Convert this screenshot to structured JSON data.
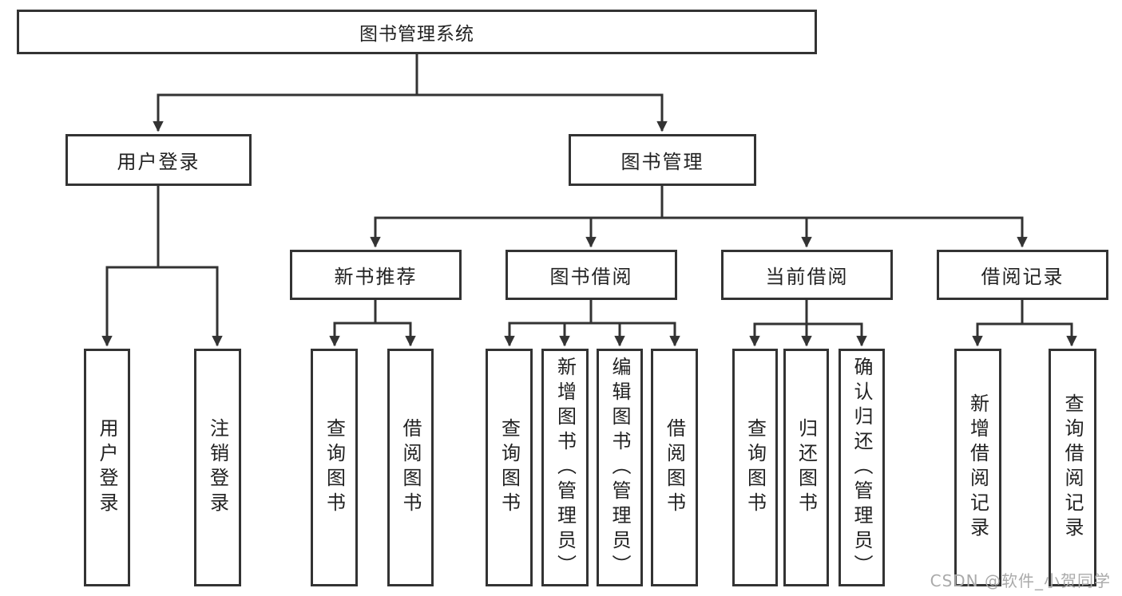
{
  "colors": {
    "line": "#333333",
    "text": "#222222",
    "background": "#ffffff",
    "watermark": "#aaaaaa"
  },
  "nodes": {
    "root": "图书管理系统",
    "user_login": "用户登录",
    "book_management": "图书管理",
    "new_book_recommend": "新书推荐",
    "book_borrowing": "图书借阅",
    "current_borrowing": "当前借阅",
    "borrowing_records": "借阅记录",
    "leaf_user_login": "用户登录",
    "leaf_logout": "注销登录",
    "leaf_recommend_query_books": "查询图书",
    "leaf_recommend_borrow_books": "借阅图书",
    "leaf_borrowing_query_books": "查询图书",
    "leaf_borrowing_add_books": "新增图书（管理员）",
    "leaf_borrowing_edit_books": "编辑图书（管理员）",
    "leaf_borrowing_borrow_books": "借阅图书",
    "leaf_current_query_books": "查询图书",
    "leaf_current_return_books": "归还图书",
    "leaf_current_confirm_return": "确认归还（管理员）",
    "leaf_records_add_record": "新增借阅记录",
    "leaf_records_query_record": "查询借阅记录"
  },
  "watermark": "CSDN @软件_小贺同学"
}
